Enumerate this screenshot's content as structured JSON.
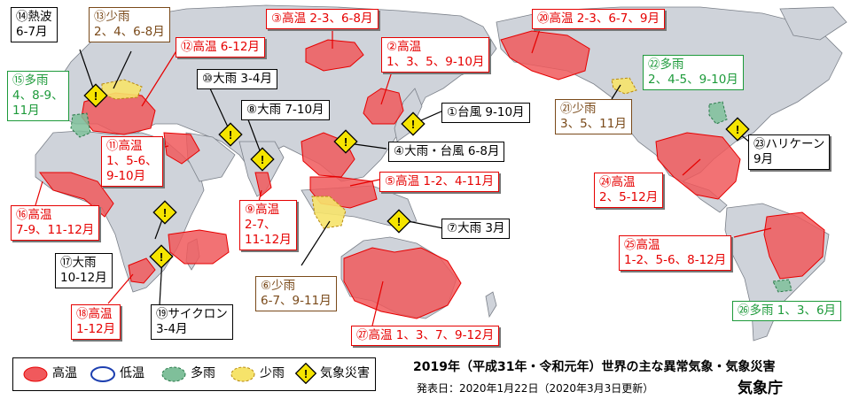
{
  "colors": {
    "ocean": "#ffffff",
    "land": "#cfd3da",
    "hot": "#f0595c",
    "hot_edge": "#e60000",
    "cold": "#1d3fb0",
    "wet": "#7fbf9a",
    "dry": "#f6e36a",
    "warn": "#f5e400"
  },
  "events": [
    {
      "id": "1",
      "label": "①台風 9-10月",
      "kind": "cyc"
    },
    {
      "id": "2",
      "label": "②高温\n1、3、5、9-10月",
      "kind": "hot"
    },
    {
      "id": "3",
      "label": "③高温 2-3、6-8月",
      "kind": "hot"
    },
    {
      "id": "4",
      "label": "④大雨・台風 6-8月",
      "kind": "cyc"
    },
    {
      "id": "5",
      "label": "⑤高温 1-2、4-11月",
      "kind": "hot"
    },
    {
      "id": "6",
      "label": "⑥少雨\n6-7、9-11月",
      "kind": "dry"
    },
    {
      "id": "7",
      "label": "⑦大雨 3月",
      "kind": "cyc"
    },
    {
      "id": "8",
      "label": "⑧大雨 7-10月",
      "kind": "cyc"
    },
    {
      "id": "9",
      "label": "⑨高温\n2-7、\n11-12月",
      "kind": "hot"
    },
    {
      "id": "10",
      "label": "⑩大雨 3-4月",
      "kind": "cyc"
    },
    {
      "id": "11",
      "label": "⑪高温\n1、5-6、\n9-10月",
      "kind": "hot"
    },
    {
      "id": "12",
      "label": "⑫高温 6-12月",
      "kind": "hot"
    },
    {
      "id": "13",
      "label": "⑬少雨\n2、4、6-8月",
      "kind": "dry"
    },
    {
      "id": "14",
      "label": "⑭熱波\n6-7月",
      "kind": "cyc"
    },
    {
      "id": "15",
      "label": "⑮多雨\n4、8-9、\n11月",
      "kind": "wet"
    },
    {
      "id": "16",
      "label": "⑯高温\n7-9、11-12月",
      "kind": "hot"
    },
    {
      "id": "17",
      "label": "⑰大雨\n10-12月",
      "kind": "cyc"
    },
    {
      "id": "18",
      "label": "⑱高温\n1-12月",
      "kind": "hot"
    },
    {
      "id": "19",
      "label": "⑲サイクロン\n3-4月",
      "kind": "cyc"
    },
    {
      "id": "20",
      "label": "⑳高温 2-3、6-7、9月",
      "kind": "hot"
    },
    {
      "id": "21",
      "label": "㉑少雨\n3、5、11月",
      "kind": "dry"
    },
    {
      "id": "22",
      "label": "㉒多雨\n2、4-5、9-10月",
      "kind": "wet"
    },
    {
      "id": "23",
      "label": "㉓ハリケーン\n9月",
      "kind": "cyc"
    },
    {
      "id": "24",
      "label": "㉔高温\n2、5-12月",
      "kind": "hot"
    },
    {
      "id": "25",
      "label": "㉕高温\n1-2、5-6、8-12月",
      "kind": "hot"
    },
    {
      "id": "26",
      "label": "㉖多雨 1、3、6月",
      "kind": "wet"
    },
    {
      "id": "27",
      "label": "㉗高温 1、3、7、9-12月",
      "kind": "hot"
    }
  ],
  "legend": {
    "hot": "高温",
    "cold": "低温",
    "wet": "多雨",
    "dry": "少雨",
    "disaster": "気象災害"
  },
  "title": "2019年（平成31年・令和元年）世界の主な異常気象・気象災害",
  "published": "発表日：2020年1月22日（2020年3月3日更新）",
  "agency": "気象庁"
}
